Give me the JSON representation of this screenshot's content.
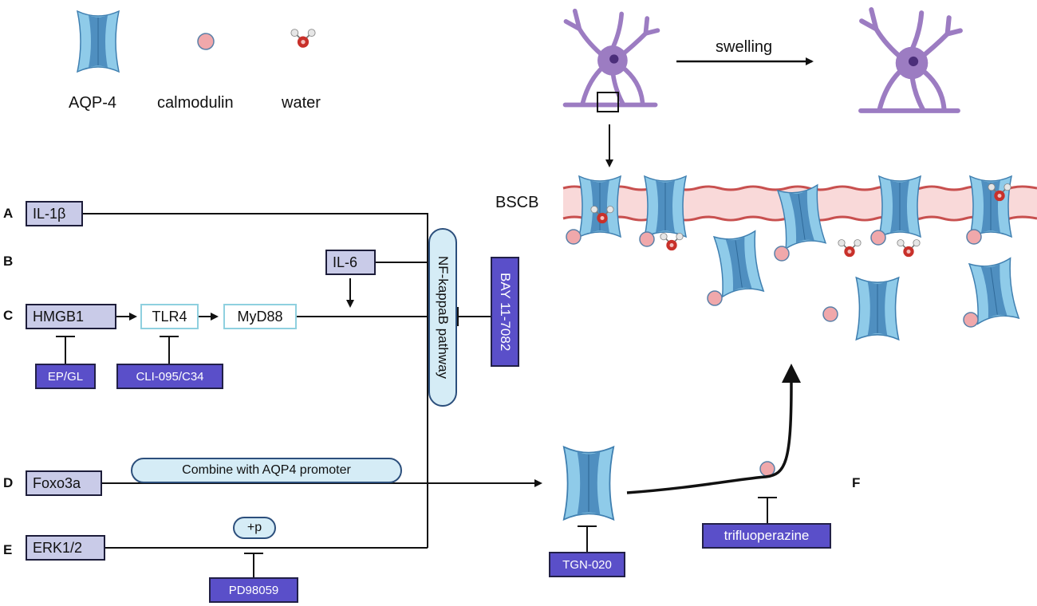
{
  "legend": {
    "aqp4": "AQP-4",
    "calmodulin": "calmodulin",
    "water": "water"
  },
  "top": {
    "swelling": "swelling",
    "bscb": "BSCB"
  },
  "rows": {
    "a": "A",
    "b": "B",
    "c": "C",
    "d": "D",
    "e": "E",
    "f": "F"
  },
  "nodes": {
    "il1b": "IL-1β",
    "il6": "IL-6",
    "hmgb1": "HMGB1",
    "tlr4": "TLR4",
    "myd88": "MyD88",
    "foxo3a": "Foxo3a",
    "erk": "ERK1/2"
  },
  "inhibitors": {
    "epgl": "EP/GL",
    "cli": "CLI-095/C34",
    "bay": "BAY 11-7082",
    "pd": "PD98059",
    "tgn": "TGN-020",
    "trif": "trifluoperazine"
  },
  "pills": {
    "nfkb": "NF-kappaB pathway",
    "combine": "Combine with AQP4 promoter",
    "p": "+p"
  },
  "colors": {
    "channel_fill": "#8fcbe9",
    "channel_core": "#4f8fc0",
    "calmodulin": "#f0a8ab",
    "water_o": "#c8302a",
    "astrocyte": "#9c7cc2",
    "vessel": "#f9d9d9",
    "inhibitor": "#5a4fc9",
    "node": "#c9cbe8"
  }
}
